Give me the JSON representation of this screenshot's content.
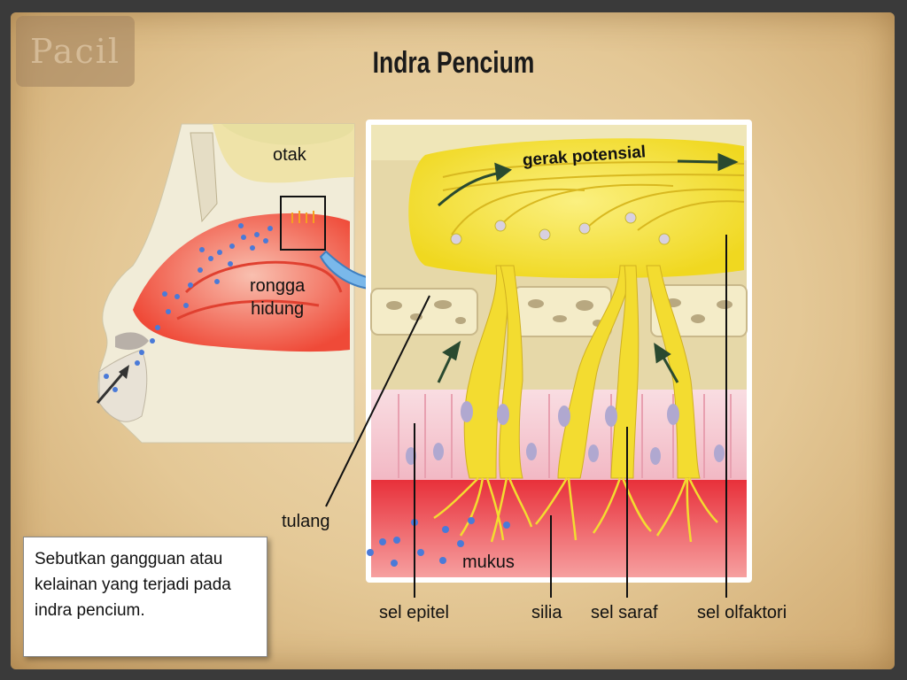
{
  "slide": {
    "title": "Indra Pencium",
    "logo_text": "Pacil",
    "question": "Sebutkan  gangguan atau kelainan yang terjadi pada indra pencium."
  },
  "diagram": {
    "labels": {
      "otak": "otak",
      "rongga_hidung": "rongga\nhidung",
      "gerak_potensial": "gerak potensial",
      "tulang": "tulang",
      "mukus": "mukus",
      "sel_epitel": "sel epitel",
      "silia": "silia",
      "sel_saraf": "sel saraf",
      "sel_olfaktori": "sel olfaktori"
    }
  },
  "colors": {
    "nasal_cavity": "#f0503c",
    "bulb_yellow": "#f5e030",
    "epithelium_pink": "#f6c8d0",
    "mucus_red": "#e8303a",
    "bone": "#f4ecc8",
    "zoom_arrow": "#6ab4e8"
  }
}
